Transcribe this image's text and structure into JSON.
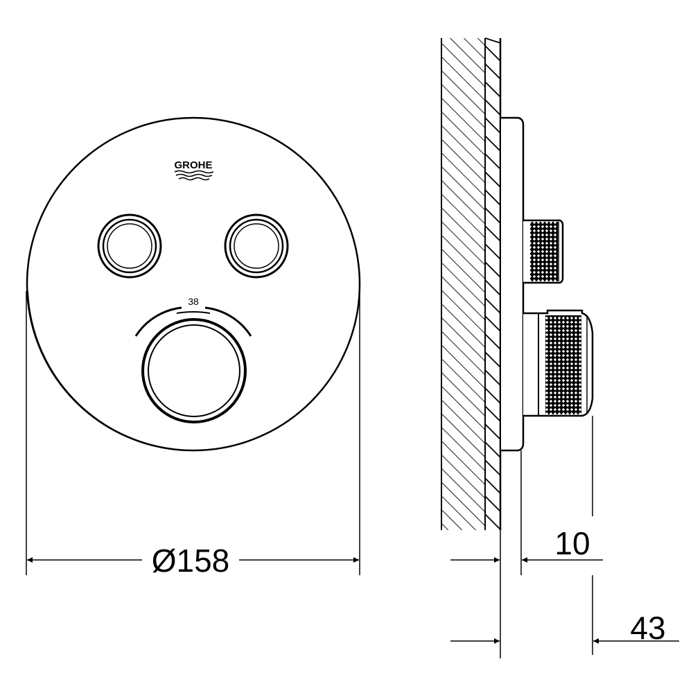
{
  "logo": {
    "text": "GROHE"
  },
  "front_view": {
    "temperature_mark": "38"
  },
  "dimensions": {
    "diameter": "Ø158",
    "plate_projection": "10",
    "total_projection": "43"
  },
  "colors": {
    "line": "#000000",
    "background": "#ffffff"
  }
}
